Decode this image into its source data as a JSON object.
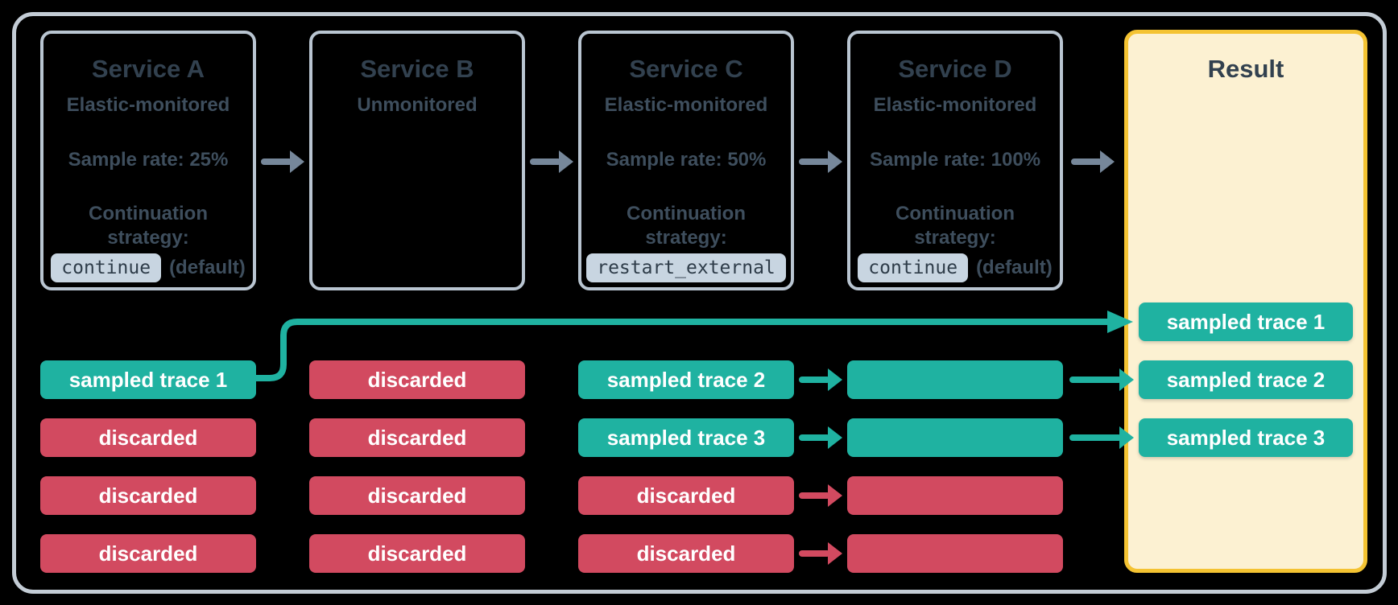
{
  "colors": {
    "canvas_bg": "#000000",
    "frame_border": "#c3ccd5",
    "box_border": "#b9c5d1",
    "title_text": "#32414f",
    "body_text": "#3e4e5d",
    "code_bg": "#c8d5e1",
    "code_text": "#2e3c49",
    "teal": "#1fb2a1",
    "red": "#d24a60",
    "arrow_gray": "#76879a",
    "result_bg": "#fcf1d2",
    "result_border": "#f4c332",
    "pill_text": "#ffffff"
  },
  "services": [
    {
      "title": "Service A",
      "monitoring": "Elastic-monitored",
      "sample_rate": "Sample rate: 25%",
      "continuation_line1": "Continuation",
      "continuation_line2": "strategy:",
      "strategy_code": "continue",
      "strategy_note": "(default)"
    },
    {
      "title": "Service B",
      "monitoring": "Unmonitored",
      "sample_rate": "",
      "continuation_line1": "",
      "continuation_line2": "",
      "strategy_code": "",
      "strategy_note": ""
    },
    {
      "title": "Service C",
      "monitoring": "Elastic-monitored",
      "sample_rate": "Sample rate: 50%",
      "continuation_line1": "Continuation",
      "continuation_line2": "strategy:",
      "strategy_code": "restart_external",
      "strategy_note": ""
    },
    {
      "title": "Service D",
      "monitoring": "Elastic-monitored",
      "sample_rate": "Sample rate: 100%",
      "continuation_line1": "Continuation",
      "continuation_line2": "strategy:",
      "strategy_code": "continue",
      "strategy_note": "(default)"
    }
  ],
  "result": {
    "title": "Result",
    "pills": [
      {
        "label": "sampled trace 1",
        "status": "sampled"
      },
      {
        "label": "sampled trace 2",
        "status": "sampled"
      },
      {
        "label": "sampled trace 3",
        "status": "sampled"
      }
    ]
  },
  "trace_columns": [
    {
      "service": "Service A",
      "pills": [
        {
          "label": "sampled trace 1",
          "status": "sampled"
        },
        {
          "label": "discarded",
          "status": "discarded"
        },
        {
          "label": "discarded",
          "status": "discarded"
        },
        {
          "label": "discarded",
          "status": "discarded"
        }
      ]
    },
    {
      "service": "Service B",
      "pills": [
        {
          "label": "discarded",
          "status": "discarded"
        },
        {
          "label": "discarded",
          "status": "discarded"
        },
        {
          "label": "discarded",
          "status": "discarded"
        },
        {
          "label": "discarded",
          "status": "discarded"
        }
      ]
    },
    {
      "service": "Service C",
      "pills": [
        {
          "label": "sampled trace 2",
          "status": "sampled"
        },
        {
          "label": "sampled trace 3",
          "status": "sampled"
        },
        {
          "label": "discarded",
          "status": "discarded"
        },
        {
          "label": "discarded",
          "status": "discarded"
        }
      ]
    },
    {
      "service": "Service D",
      "pills": [
        {
          "label": "",
          "status": "sampled"
        },
        {
          "label": "",
          "status": "sampled"
        },
        {
          "label": "",
          "status": "discarded"
        },
        {
          "label": "",
          "status": "discarded"
        }
      ]
    }
  ],
  "connectors": {
    "a_to_result": {
      "status": "sampled",
      "from": "sampled trace 1",
      "to": "sampled trace 1"
    },
    "c_to_d": [
      "sampled",
      "sampled",
      "discarded",
      "discarded"
    ],
    "d_to_result": [
      "sampled",
      "sampled",
      null,
      null
    ]
  }
}
